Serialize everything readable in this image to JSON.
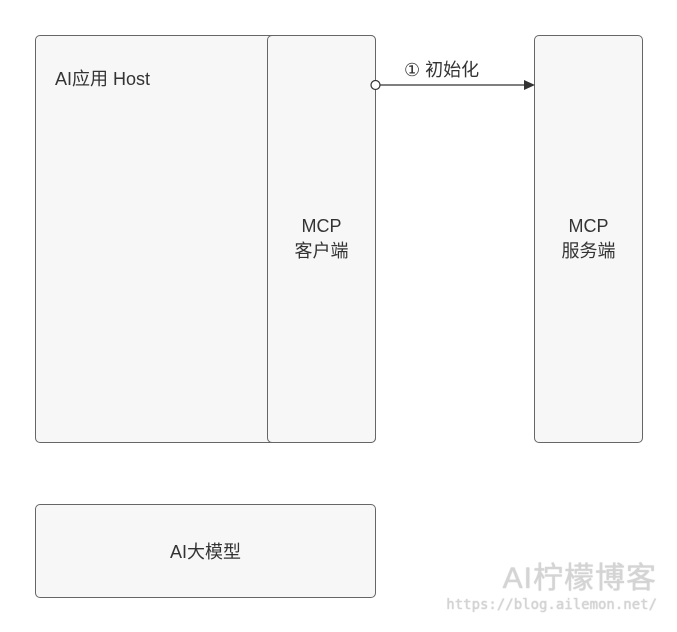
{
  "host": {
    "title": "AI应用 Host"
  },
  "client": {
    "line1": "MCP",
    "line2": "客户端"
  },
  "server": {
    "line1": "MCP",
    "line2": "服务端"
  },
  "edge": {
    "label": "① 初始化"
  },
  "llm": {
    "label": "AI大模型"
  },
  "watermark": {
    "title": "AI柠檬博客",
    "url": "https://blog.ailemon.net/"
  }
}
